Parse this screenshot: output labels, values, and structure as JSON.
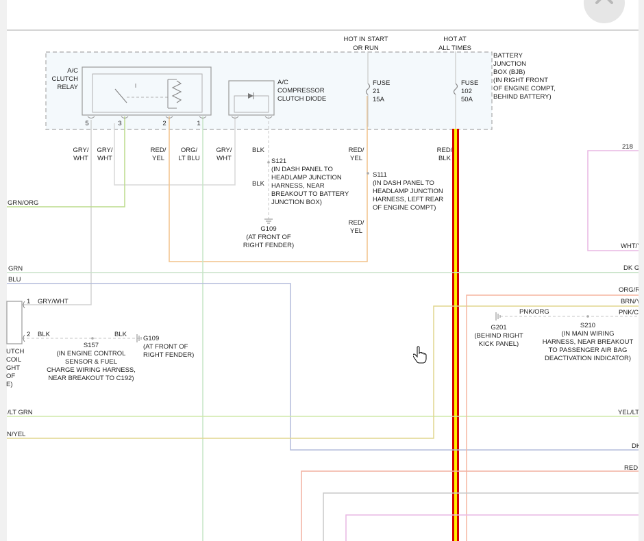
{
  "header": {
    "close_icon": "close-x-icon",
    "hot_in_start": [
      "HOT IN START",
      "OR RUN"
    ],
    "hot_at_all": [
      "HOT AT",
      "ALL TIMES"
    ]
  },
  "bjb": {
    "label": [
      "BATTERY",
      "JUNCTION",
      "BOX (BJB)",
      "(IN RIGHT FRONT",
      "OF ENGINE COMPT,",
      "BEHIND BATTERY)"
    ],
    "relay": [
      "A/C",
      "CLUTCH",
      "RELAY"
    ],
    "diode": [
      "A/C",
      "COMPRESSOR",
      "CLUTCH DIODE"
    ],
    "fuse21": [
      "FUSE",
      "21",
      "15A"
    ],
    "fuse102": [
      "FUSE",
      "102",
      "50A"
    ],
    "pins": [
      "5",
      "3",
      "2",
      "1"
    ]
  },
  "wires": {
    "gry_wht_1": [
      "GRY/",
      "WHT"
    ],
    "gry_wht_2": [
      "GRY/",
      "WHT"
    ],
    "red_yel_1": [
      "RED/",
      "YEL"
    ],
    "org_ltblu": [
      "ORG/",
      "LT BLU"
    ],
    "gry_wht_3": [
      "GRY/",
      "WHT"
    ],
    "blk_1": "BLK",
    "blk_2": "BLK",
    "red_yel_2": [
      "RED/",
      "YEL"
    ],
    "red_yel_3": [
      "RED/",
      "YEL"
    ],
    "red_blk": [
      "RED/",
      "BLK"
    ],
    "grn_org": "GRN/ORG",
    "grn": "GRN",
    "blu": "BLU",
    "pin1": "1",
    "gry_wht_pin": "GRY/WHT",
    "pin2": "2",
    "blk_pin": "BLK",
    "blk_s157": "BLK",
    "lt_grn": "/LT GRN",
    "n_yel": "N/YEL",
    "pnk_org": "PNK/ORG",
    "num_218": "218",
    "right_edge": [
      "WHT/Y",
      "DK G",
      "ORG/R",
      "BRN/Y",
      "PNK/C",
      "YEL/LT",
      "DK",
      "RED"
    ]
  },
  "splices": {
    "s121": [
      "S121",
      "(IN DASH PANEL TO",
      "HEADLAMP JUNCTION",
      "HARNESS, NEAR",
      "BREAKOUT TO BATTERY",
      "JUNCTION BOX)"
    ],
    "s111": [
      "S111",
      "(IN DASH PANEL TO",
      "HEADLAMP JUNCTION",
      "HARNESS, LEFT REAR",
      "OF ENGINE COMPT)"
    ],
    "g109_top": [
      "G109",
      "(AT FRONT OF",
      "RIGHT FENDER)"
    ],
    "s157": [
      "S157",
      "(IN ENGINE CONTROL",
      "SENSOR & FUEL",
      "CHARGE WIRING HARNESS,",
      "NEAR BREAKOUT TO C192)"
    ],
    "g109_bot": [
      "G109",
      "(AT FRONT OF",
      "RIGHT FENDER)"
    ],
    "g201": [
      "G201",
      "(BEHIND RIGHT",
      "KICK PANEL)"
    ],
    "s210": [
      "S210",
      "(IN MAIN WIRING",
      "HARNESS, NEAR BREAKOUT",
      "TO PASSENGER AIR BAG",
      "DEACTIVATION INDICATOR)"
    ]
  },
  "clutch_coil": [
    "UTCH",
    "COIL",
    "GHT",
    "OF",
    "E)"
  ],
  "colors": {
    "red_blk_core": "#d40000",
    "red_blk_stripe": "#ffee00",
    "gry_wht": "#d2d2d2",
    "grn_org": "#b9d98a",
    "red_yel": "#f2c28a",
    "org_ltblu": "#c6e6c6",
    "blu": "#aab5d8",
    "pnk": "#e9b7e3",
    "pnk_org": "#f5b6a0"
  }
}
